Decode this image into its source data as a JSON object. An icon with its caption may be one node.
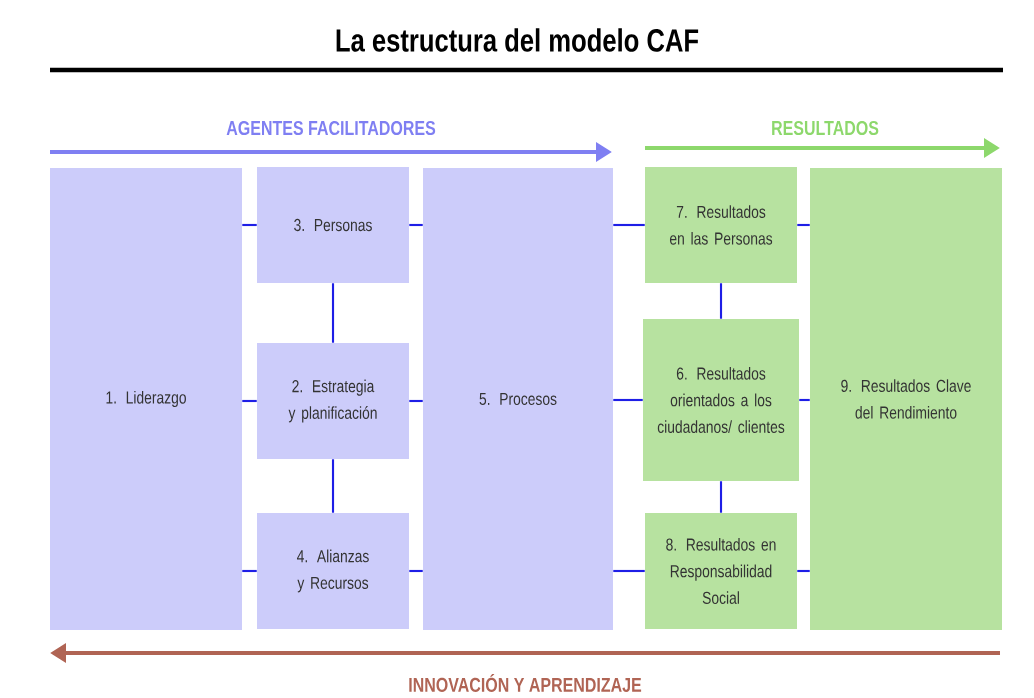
{
  "diagram": {
    "title": "La estructura del modelo CAF",
    "nodes": [
      {
        "text": [
          "1. Liderazgo"
        ]
      },
      {
        "text": [
          "3. Personas"
        ]
      },
      {
        "text": [
          "2. Estrategia y planificación"
        ]
      },
      {
        "text": [
          "4. Alianzas y Recursos"
        ]
      },
      {
        "text": [
          "5. Procesos"
        ]
      },
      {
        "text": [
          "7. Resultados en las Personas"
        ]
      },
      {
        "text": [
          "6. Resultados orientados a los ciudadanos/ clientes"
        ]
      },
      {
        "text": [
          "8. Resultados en Responsabilidad Social"
        ]
      },
      {
        "text": [
          "9. Resultados Clave del Rendimiento"
        ]
      }
    ],
    "edges": [
      {
        "from": 0,
        "to": 1,
        "arrow": "none"
      },
      {
        "from": 0,
        "to": 2,
        "arrow": "none"
      },
      {
        "from": 0,
        "to": 3,
        "arrow": "none"
      },
      {
        "from": 1,
        "to": 2,
        "arrow": "none"
      },
      {
        "from": 2,
        "to": 3,
        "arrow": "none"
      },
      {
        "from": 1,
        "to": 4,
        "arrow": "none"
      },
      {
        "from": 2,
        "to": 4,
        "arrow": "none"
      },
      {
        "from": 3,
        "to": 4,
        "arrow": "none"
      },
      {
        "from": 4,
        "to": 5,
        "arrow": "none"
      },
      {
        "from": 4,
        "to": 6,
        "arrow": "none"
      },
      {
        "from": 4,
        "to": 7,
        "arrow": "none"
      },
      {
        "from": 5,
        "to": 6,
        "arrow": "none"
      },
      {
        "from": 6,
        "to": 7,
        "arrow": "none"
      },
      {
        "from": 5,
        "to": 8,
        "arrow": "none"
      },
      {
        "from": 6,
        "to": 8,
        "arrow": "none"
      },
      {
        "from": 7,
        "to": 8,
        "arrow": "none"
      }
    ],
    "labels": [
      "AGENTES FACILITADORES",
      "RESULTADOS",
      "INNOVACIÓN Y APRENDIZAJE"
    ]
  }
}
